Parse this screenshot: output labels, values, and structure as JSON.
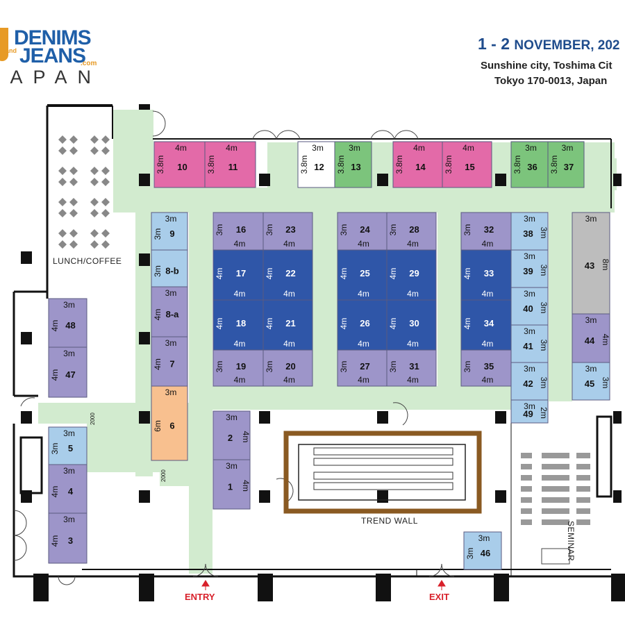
{
  "header": {
    "logo_line1": "DENIMS",
    "logo_and": "and",
    "logo_line2": "JEANS",
    "logo_com": ".com",
    "logo_line3": "JAPAN",
    "date_range": "1 - 2",
    "date_month": "NOVEMBER, 202",
    "venue_line1": "Sunshine city, Toshima Cit",
    "venue_line2": "Tokyo 170-0013, Japan"
  },
  "labels": {
    "lunch": "LUNCH/COFFEE",
    "trend_wall": "TREND WALL",
    "seminar": "SEMINAR",
    "entry": "ENTRY",
    "exit": "EXIT",
    "corridor_a": "2000",
    "corridor_b": "2000"
  },
  "colors": {
    "purple": "#9d95c9",
    "blue": "#2f56a8",
    "pink": "#e36aa8",
    "green": "#7cc47c",
    "lightblue": "#a9cdea",
    "orange": "#f8c08f",
    "gray": "#bdbdbd",
    "aisle": "#d2ebcf",
    "white": "#ffffff"
  },
  "booths": [
    {
      "num": "10",
      "w": "4m",
      "h": "3.8m",
      "color": "pink"
    },
    {
      "num": "11",
      "w": "4m",
      "h": "3.8m",
      "color": "pink"
    },
    {
      "num": "12",
      "w": "3m",
      "h": "3.8m",
      "color": "white"
    },
    {
      "num": "13",
      "w": "3m",
      "h": "3.8m",
      "color": "green"
    },
    {
      "num": "14",
      "w": "4m",
      "h": "3.8m",
      "color": "pink"
    },
    {
      "num": "15",
      "w": "4m",
      "h": "3.8m",
      "color": "pink"
    },
    {
      "num": "36",
      "w": "3m",
      "h": "3.8m",
      "color": "green"
    },
    {
      "num": "37",
      "w": "3m",
      "h": "3.8m",
      "color": "green"
    },
    {
      "num": "9",
      "w": "3m",
      "h": "3m",
      "color": "lightblue"
    },
    {
      "num": "8-b",
      "w": "",
      "h": "3m",
      "color": "lightblue"
    },
    {
      "num": "8-a",
      "w": "3m",
      "h": "4m",
      "color": "purple"
    },
    {
      "num": "7",
      "w": "3m",
      "h": "4m",
      "color": "purple"
    },
    {
      "num": "6",
      "w": "3m",
      "h": "6m",
      "color": "orange"
    },
    {
      "num": "16",
      "w": "4m",
      "h": "3m",
      "color": "purple"
    },
    {
      "num": "23",
      "w": "4m",
      "h": "3m",
      "color": "purple"
    },
    {
      "num": "17",
      "w": "4m",
      "h": "4m",
      "color": "blue"
    },
    {
      "num": "22",
      "w": "4m",
      "h": "4m",
      "color": "blue"
    },
    {
      "num": "18",
      "w": "4m",
      "h": "4m",
      "color": "blue"
    },
    {
      "num": "21",
      "w": "4m",
      "h": "4m",
      "color": "blue"
    },
    {
      "num": "19",
      "w": "4m",
      "h": "3m",
      "color": "purple"
    },
    {
      "num": "20",
      "w": "4m",
      "h": "3m",
      "color": "purple"
    },
    {
      "num": "24",
      "w": "4m",
      "h": "3m",
      "color": "purple"
    },
    {
      "num": "28",
      "w": "4m",
      "h": "3m",
      "color": "purple"
    },
    {
      "num": "25",
      "w": "4m",
      "h": "4m",
      "color": "blue"
    },
    {
      "num": "29",
      "w": "4m",
      "h": "4m",
      "color": "blue"
    },
    {
      "num": "26",
      "w": "4m",
      "h": "4m",
      "color": "blue"
    },
    {
      "num": "30",
      "w": "4m",
      "h": "4m",
      "color": "blue"
    },
    {
      "num": "27",
      "w": "4m",
      "h": "3m",
      "color": "purple"
    },
    {
      "num": "31",
      "w": "4m",
      "h": "3m",
      "color": "purple"
    },
    {
      "num": "32",
      "w": "4m",
      "h": "3m",
      "color": "purple"
    },
    {
      "num": "33",
      "w": "4m",
      "h": "4m",
      "color": "blue"
    },
    {
      "num": "34",
      "w": "4m",
      "h": "4m",
      "color": "blue"
    },
    {
      "num": "35",
      "w": "4m",
      "h": "3m",
      "color": "purple"
    },
    {
      "num": "38",
      "w": "3m",
      "h": "3m",
      "color": "lightblue"
    },
    {
      "num": "39",
      "w": "3m",
      "h": "3m",
      "color": "lightblue"
    },
    {
      "num": "40",
      "w": "3m",
      "h": "3m",
      "color": "lightblue"
    },
    {
      "num": "41",
      "w": "3m",
      "h": "3m",
      "color": "lightblue"
    },
    {
      "num": "42",
      "w": "3m",
      "h": "3m",
      "color": "lightblue"
    },
    {
      "num": "49",
      "w": "3m",
      "h": "2m",
      "color": "lightblue"
    },
    {
      "num": "43",
      "w": "3m",
      "h": "8m",
      "color": "gray"
    },
    {
      "num": "44",
      "w": "3m",
      "h": "4m",
      "color": "purple"
    },
    {
      "num": "45",
      "w": "3m",
      "h": "3m",
      "color": "lightblue"
    },
    {
      "num": "48",
      "w": "3m",
      "h": "4m",
      "color": "purple"
    },
    {
      "num": "47",
      "w": "3m",
      "h": "4m",
      "color": "purple"
    },
    {
      "num": "5",
      "w": "3m",
      "h": "3m",
      "color": "lightblue"
    },
    {
      "num": "4",
      "w": "3m",
      "h": "4m",
      "color": "purple"
    },
    {
      "num": "3",
      "w": "3m",
      "h": "4m",
      "color": "purple"
    },
    {
      "num": "2",
      "w": "3m",
      "h": "4m",
      "color": "purple"
    },
    {
      "num": "1",
      "w": "3m",
      "h": "4m",
      "color": "purple"
    },
    {
      "num": "46",
      "w": "3m",
      "h": "3m",
      "color": "lightblue"
    }
  ]
}
